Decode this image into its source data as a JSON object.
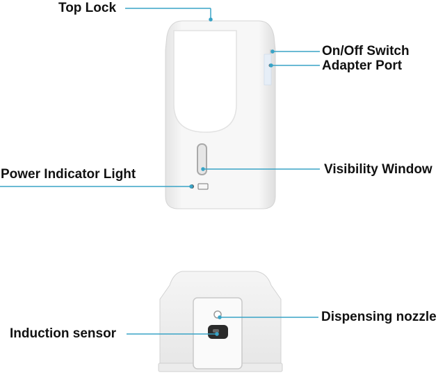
{
  "labels": {
    "top_lock": "Top Lock",
    "on_off_switch": "On/Off Switch",
    "adapter_port": "Adapter Port",
    "visibility_window": "Visibility Window",
    "power_indicator_light": "Power Indicator Light",
    "dispensing_nozzle": "Dispensing nozzle",
    "induction_sensor": "Induction sensor"
  },
  "colors": {
    "leader_line": "#39a3c6",
    "device_body": "#f3f3f3",
    "device_shadow": "#d9d9d9",
    "label_text": "#111111"
  }
}
